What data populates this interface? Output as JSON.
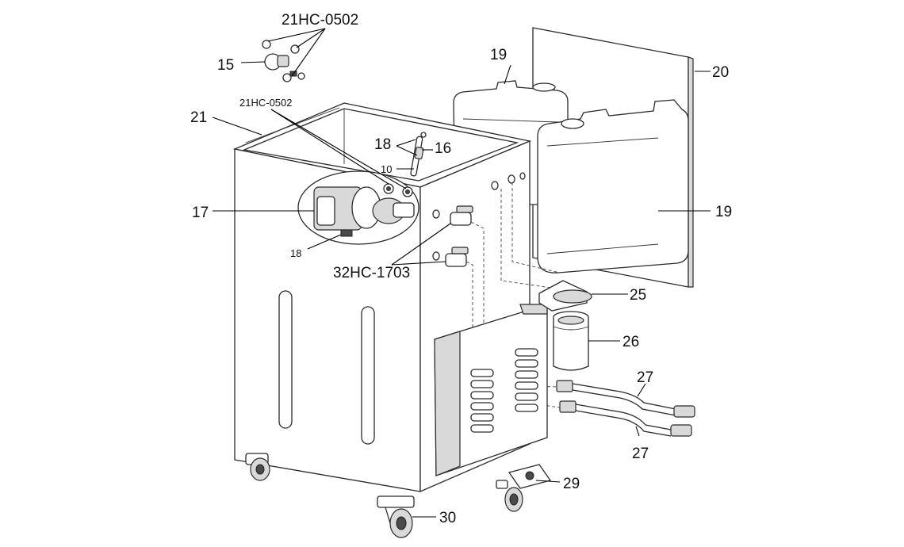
{
  "callouts": {
    "c_21hc_top": "21HC-0502",
    "c_15": "15",
    "c_21": "21",
    "c_21hc_small": "21HC-0502",
    "c_18_top": "18",
    "c_16": "16",
    "c_10": "10",
    "c_17": "17",
    "c_18_bottom": "18",
    "c_32hc": "32HC-1703",
    "c_19_top": "19",
    "c_20": "20",
    "c_19_right": "19",
    "c_25": "25",
    "c_26": "26",
    "c_27_top": "27",
    "c_27_bottom": "27",
    "c_29": "29",
    "c_30": "30"
  }
}
